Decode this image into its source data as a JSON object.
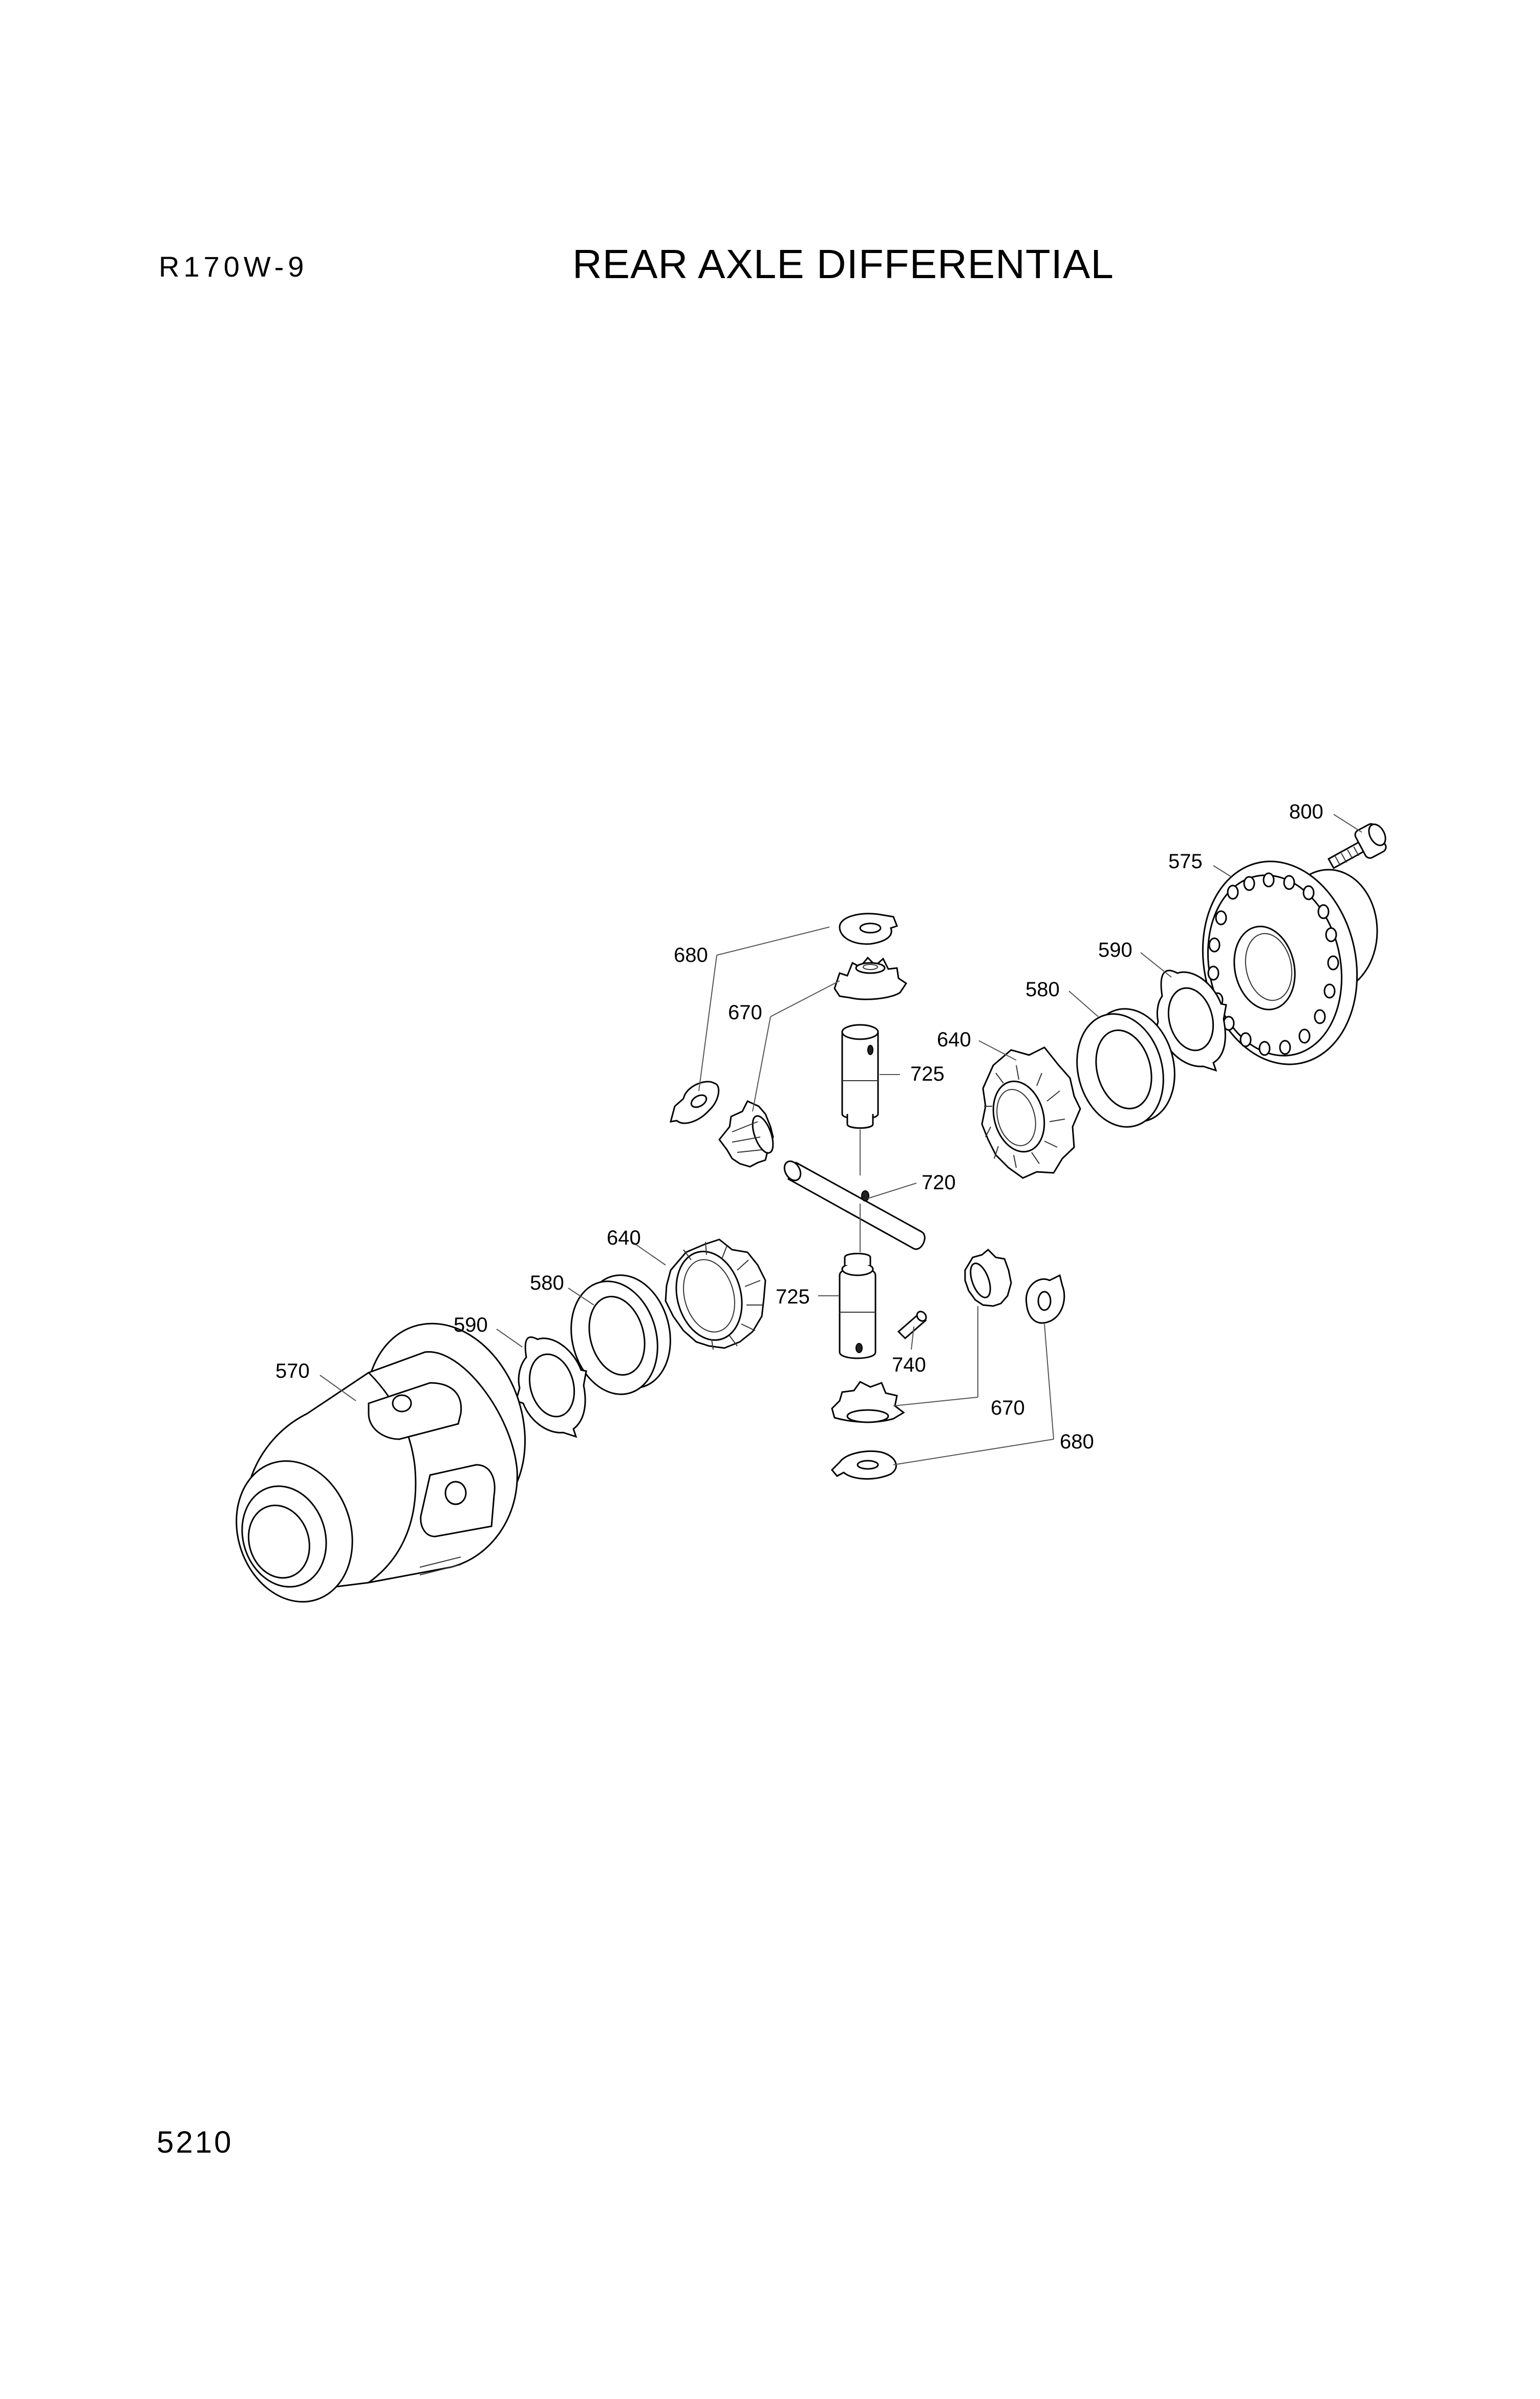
{
  "header": {
    "model": "R170W-9",
    "title": "REAR AXLE DIFFERENTIAL"
  },
  "footer": {
    "page_number": "5210"
  },
  "callouts": {
    "c800": "800",
    "c575": "575",
    "c590_top": "590",
    "c580_top": "580",
    "c640_top": "640",
    "c680_top": "680",
    "c670_top": "670",
    "c725_top": "725",
    "c720": "720",
    "c640_bottom": "640",
    "c580_bottom": "580",
    "c590_bottom": "590",
    "c570": "570",
    "c725_bottom": "725",
    "c740": "740",
    "c670_bottom": "670",
    "c680_bottom": "680"
  }
}
